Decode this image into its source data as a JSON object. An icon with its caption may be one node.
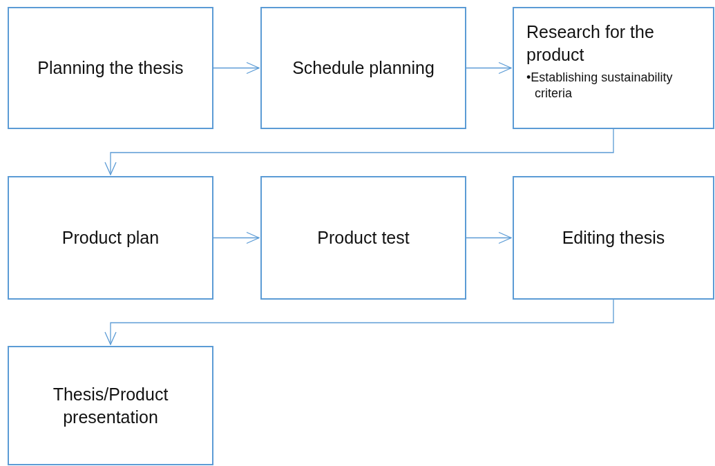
{
  "diagram": {
    "nodes": [
      {
        "text": [
          "Planning the thesis"
        ]
      },
      {
        "text": [
          "Schedule planning"
        ]
      },
      {
        "text": [
          "Research for the product",
          "•Establishing sustainability criteria"
        ]
      },
      {
        "text": [
          "Product plan"
        ]
      },
      {
        "text": [
          "Product test"
        ]
      },
      {
        "text": [
          "Editing thesis"
        ]
      },
      {
        "text": [
          "Thesis/Product presentation"
        ]
      }
    ],
    "edges": [
      {
        "from": 0,
        "to": 1,
        "arrow": "to"
      },
      {
        "from": 1,
        "to": 2,
        "arrow": "to"
      },
      {
        "from": 2,
        "to": 3,
        "arrow": "to"
      },
      {
        "from": 3,
        "to": 4,
        "arrow": "to"
      },
      {
        "from": 4,
        "to": 5,
        "arrow": "to"
      },
      {
        "from": 5,
        "to": 6,
        "arrow": "to"
      }
    ]
  }
}
